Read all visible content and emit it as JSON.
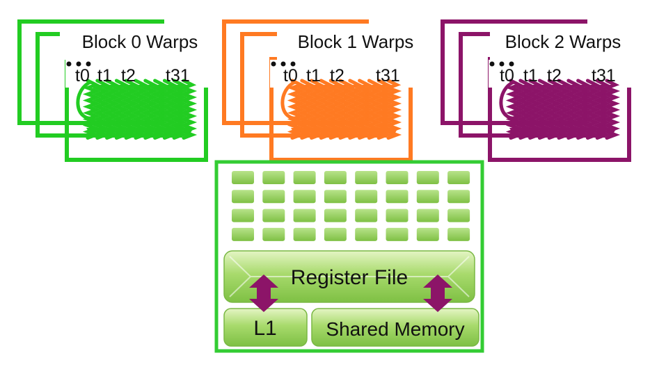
{
  "blocks": [
    {
      "title": "Block 0 Warps",
      "color": "#22cc22",
      "threads": [
        "t0",
        "t1",
        "t2",
        "t31"
      ]
    },
    {
      "title": "Block 1 Warps",
      "color": "#ff7a22",
      "threads": [
        "t0",
        "t1",
        "t2",
        "t31"
      ]
    },
    {
      "title": "Block 2 Warps",
      "color": "#8c1468",
      "threads": [
        "t0",
        "t1",
        "t2",
        "t31"
      ]
    }
  ],
  "sm": {
    "border_color": "#33cc33",
    "core_color": "#8fc850",
    "core_grid": {
      "rows": 4,
      "cols": 8
    },
    "register_file_label": "Register File",
    "l1_label": "L1",
    "shared_memory_label": "Shared Memory",
    "arrow_color": "#8c1468"
  }
}
